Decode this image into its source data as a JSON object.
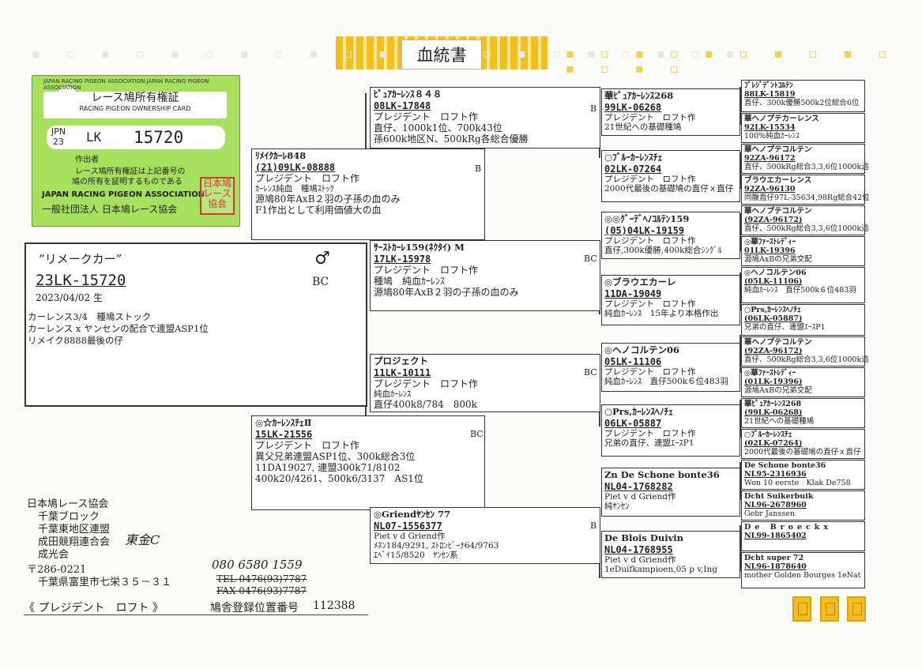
{
  "title": "血統書",
  "card": {
    "top_small": "JAPAN RACING PIGEON ASSOCIATION JAPAN RACING PIGEON ASSOCIATION",
    "title_jp": "レース鳩所有権証",
    "title_en": "RACING PIGEON OWNERSHIP CARD",
    "id_prefix": "JPN",
    "id_year": "23",
    "id_code": "LK",
    "id_number": "15720",
    "author_label": "作出者",
    "note_line1": "レース鳩所有権証は上記番号の",
    "note_line2": "鳩の所有を証明するものである",
    "assoc_en": "JAPAN RACING PIGEON ASSOCIATION",
    "assoc_jp": "一般社団法人 日本鳩レース協会",
    "stamp": "日本鳩レース協会"
  },
  "subject": {
    "name": "“リメークカー”",
    "sex": "♂",
    "ring": "23LK-15720",
    "color": "BC",
    "birth": "2023/04/02 生",
    "notes": [
      "カーレンス3/4　種鳩ストック",
      "カーレンス x ヤンセンの配合で連盟ASP1位",
      "リメイク8888最後の仔"
    ]
  },
  "sire": {
    "name": "ﾘﾒｲｸｶｰﾚ848",
    "ring": "(21)09LK-08888",
    "color": "B",
    "lines": [
      "プレジデント　ロフト作",
      "ｶｰﾚﾝｽ純血　種鳩ｽﾄｯｸ",
      "源鳩80年AxB２羽の子孫の血のみ",
      "F1作出として利用価値大の血"
    ]
  },
  "dam": {
    "name": "◎☆ｶｰﾚﾝｽﾁｪⅡ",
    "ring": "15LK-21556",
    "color": "BC",
    "lines": [
      "プレジデント　ロフト作",
      "異父兄弟連盟ASP1位、300k総合3位",
      "11DA19027, 連盟300k71/8102",
      "400k20/4261、500k6/3137　AS1位"
    ]
  },
  "gen2": [
    {
      "name": "ﾋﾟｭｱｶｰﾚﾝｽ８４８",
      "ring": "08LK-17848",
      "color": "B",
      "lines": [
        "プレジデント　ロフト作",
        "直仔、1000k1位、700k43位",
        "孫600k地区N、500kRg各総合優勝"
      ]
    },
    {
      "name": "ｻｰｽﾄｶｰﾚ159(ﾈｸﾀｲ) M",
      "ring": "17LK-15978",
      "color": "BC",
      "lines": [
        "プレジデント　ロフト作",
        "種鳩　純血ｶｰﾚﾝｽ",
        "源鳩80年AxB２羽の子孫の血のみ"
      ]
    },
    {
      "name": "プロジェクト",
      "ring": "11LK-10111",
      "color": "BC",
      "lines": [
        "プレジデント　ロフト作",
        "純血ｶｰﾚﾝｽ",
        "直仔400k8/784　800k"
      ]
    },
    {
      "name": "◎Griendﾔﾝｾﾝ 77",
      "ring": "NL07-1556377",
      "color": "B",
      "lines": [
        "Piet v d Griend作",
        "ﾒﾈﾝ184/9291, ｽﾄﾛﾝﾋﾞｰﾅ64/9763",
        "ｴﾍﾞｲ15/8520　ﾔﾝｾﾝ系"
      ]
    }
  ],
  "gen3": [
    {
      "name": "華ﾋﾟｭｱｶｰﾚﾝｽ268",
      "ring": "99LK-06268",
      "lines": [
        "プレジデント　ロフト作",
        "21世紀への基礎種鳩"
      ]
    },
    {
      "name": "○ﾌﾞﾙｰｶｰﾚﾝｽﾁｪ",
      "ring": "02LK-07264",
      "lines": [
        "プレジデント　ロフト作",
        "2000代最後の基礎鳩の直仔ｘ直仔"
      ]
    },
    {
      "name": "◎◎ｸﾞｰﾃﾞﾍﾉｺﾙﾃﾝ159",
      "ring": "(05)04LK-19159",
      "lines": [
        "プレジデント　ロフト作",
        "直仔,300k優勝,400k総合ｼﾝｸﾞﾙ"
      ]
    },
    {
      "name": "◎ブラウエカーレ",
      "ring": "11DA-19049",
      "lines": [
        "プレジデント　ロフト作",
        "純血ｶｰﾚﾝｽ　15年より本格作出"
      ]
    },
    {
      "name": "◎ヘノコルテン06",
      "ring": "05LK-11106",
      "lines": [
        "プレジデント　ロフト作",
        "純血ｶｰﾚﾝｽ　直仔500k６位483羽"
      ]
    },
    {
      "name": "○Prs,ｶｰﾚﾝｽﾍﾉﾁｪ",
      "ring": "06LK-05887",
      "lines": [
        "プレジデント　ロフト作",
        "兄弟の直仔、連盟ｴｰｽP1"
      ]
    },
    {
      "name": "Zn De Schone bonte36",
      "ring": "NL04-1768282",
      "lines": [
        "Piet v d Griend作",
        "純ﾔﾝｾﾝ"
      ]
    },
    {
      "name": "De Blois Duivin",
      "ring": "NL04-1768955",
      "lines": [
        "Piet v d Griend作",
        "1eDuifkampioen,05 p v,Ing"
      ]
    }
  ],
  "gen4": [
    {
      "name": "ﾌﾟﾚｼﾞﾃﾞﾝﾄｺﾙﾃﾝ",
      "ring": "88LK-15819",
      "line": "直仔、300k優勝500k2位総合6位"
    },
    {
      "name": "華ヘノプテカーレンス",
      "ring": "92LK-15534",
      "line": "100%純血ｶｰﾚﾝｽ"
    },
    {
      "name": "華ヘノプテコルテン",
      "ring": "92ZA-96172",
      "line": "直仔、500kRg総合3,3,6位1000k追"
    },
    {
      "name": "ブラウエカーレンス",
      "ring": "92ZA-96130",
      "line": "同腹直仔97L-35634,98Rg総合42位"
    },
    {
      "name": "華ヘノプテコルテン",
      "ring": "(92ZA-96172)",
      "line": "直仔、500kRg総合3,3,6位1000k追"
    },
    {
      "name": "◎華ﾌｧｰｽﾄﾚﾃﾞｨｰ",
      "ring": "01LK-19396",
      "line": "源鳩AxBの兄弟交配"
    },
    {
      "name": "◎ヘノコルテン06",
      "ring": "(05LK-11106)",
      "line": "純血ｶｰﾚﾝｽ　直仔500k６位483羽"
    },
    {
      "name": "○Prs,ｶｰﾚﾝｽﾍﾉﾁｪ",
      "ring": "(06LK-05887)",
      "line": "兄弟の直仔、連盟ｴｰｽP1"
    },
    {
      "name": "華ヘノプテコルテン",
      "ring": "(92ZA-96172)",
      "line": "直仔、500kRg総合3,3,6位1000k追"
    },
    {
      "name": "◎華ﾌｧｰｽﾄﾚﾃﾞｨｰ",
      "ring": "(01LK-19396)",
      "line": "源鳩AxBの兄弟交配"
    },
    {
      "name": "華ﾋﾟｭｱｶｰﾚﾝｽ268",
      "ring": "(99LK-06268)",
      "line": "21世紀への基礎種鳩"
    },
    {
      "name": "○ﾌﾞﾙｰｶｰﾚﾝｽﾁｪ",
      "ring": "(02LK-07264)",
      "line": "2000代最後の基礎鳩の直仔ｘ直仔"
    },
    {
      "name": "De Schone bonte36",
      "ring": "NL95-2316936",
      "line": "Won 10 eerste　Klak De758"
    },
    {
      "name": "Dcht Suikerbuik",
      "ring": "NL96-2678960",
      "line": "Gebr Janssen"
    },
    {
      "name": "De Broeckx",
      "ring": "NL99-1865402",
      "line": ""
    },
    {
      "name": "Dcht super 72",
      "ring": "NL96-1878640",
      "line": "mother Golden Bourges 1eNat"
    }
  ],
  "breeder": {
    "lines": [
      "日本鳩レース協会",
      "千葉ブロック",
      "千葉東地区連盟",
      "成田競翔連合会",
      "成光会"
    ],
    "handwritten_name": "東金C",
    "postal": "〒286-0221",
    "address": "千葉県富里市七栄３５－３１",
    "phone_hand": "080 6580 1559",
    "tel": "TEL 0476(93)7787",
    "fax": "FAX 0476(93)7787",
    "loft": "《 プレジデント　ロフト 》",
    "reg_label": "鳩舎登録位置番号",
    "reg_number": "112388"
  }
}
